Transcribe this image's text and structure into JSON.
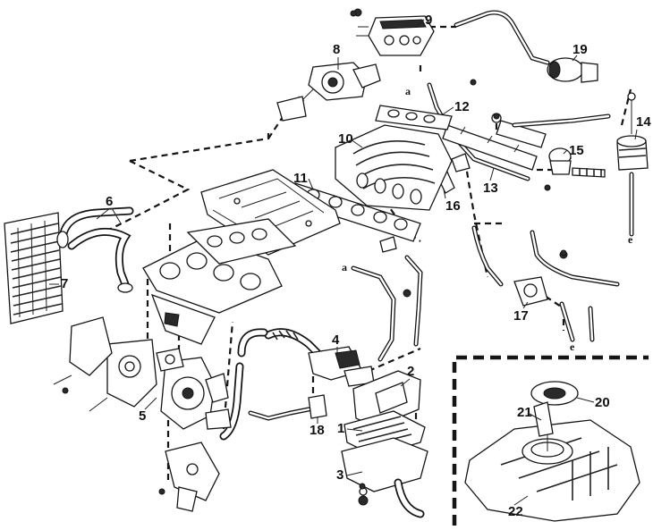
{
  "callouts": {
    "c1": "1",
    "c2": "2",
    "c3": "3",
    "c4": "4",
    "c5": "5",
    "c6": "6",
    "c7": "7",
    "c8": "8",
    "c9": "9",
    "c10": "10",
    "c11": "11",
    "c12": "12",
    "c13": "13",
    "c14": "14",
    "c15": "15",
    "c16": "16",
    "c17": "17",
    "c18": "18",
    "c19": "19",
    "c20": "20",
    "c21": "21",
    "c22": "22"
  },
  "connectors": {
    "a_top": "a",
    "a_mid": "a",
    "e_right": "e",
    "e_bottom": "e"
  },
  "colors": {
    "ink": "#151515",
    "paper": "#ffffff"
  }
}
